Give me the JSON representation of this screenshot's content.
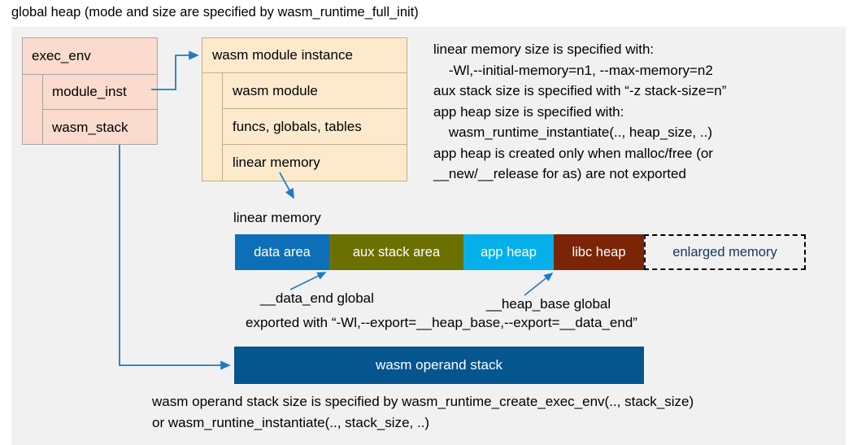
{
  "title": "global heap (mode and size are specified by wasm_runtime_full_init)",
  "colors": {
    "background": "#ffffff",
    "panel": "#f1f1f1",
    "exec_env_fill": "#fadbcd",
    "exec_env_border": "#a6a6a6",
    "module_instance_fill": "#fdeacd",
    "module_instance_border": "#c8ae84",
    "connector": "#1f7ac4",
    "data_area": "#0d6fb8",
    "aux_stack_area": "#6b7100",
    "app_heap": "#05b0ea",
    "libc_heap": "#7b2406",
    "enlarged_memory_text": "#14365c",
    "enlarged_memory_border": "#000000",
    "operand_stack": "#05558f"
  },
  "exec_env": {
    "header": "exec_env",
    "rows": [
      {
        "label": "module_inst"
      },
      {
        "label": "wasm_stack"
      }
    ]
  },
  "module_instance": {
    "header": "wasm module instance",
    "rows": [
      {
        "label": "wasm module"
      },
      {
        "label": "funcs, globals, tables"
      },
      {
        "label": "linear memory"
      }
    ]
  },
  "notes": {
    "text": "linear memory size is specified with:\n    -Wl,--initial-memory=n1, --max-memory=n2\naux stack size is specified with “-z stack-size=n”\napp heap size is specified with:\n    wasm_runtime_instantiate(.., heap_size, ..)\napp heap is created only when malloc/free (or\n__new/__release for as) are not exported"
  },
  "linear_memory": {
    "caption": "linear memory",
    "segments": [
      {
        "label": "data area",
        "color": "#0d6fb8",
        "width": 116,
        "dashed": false
      },
      {
        "label": "aux stack area",
        "color": "#6b7100",
        "width": 165,
        "dashed": false
      },
      {
        "label": "app heap",
        "color": "#05b0ea",
        "width": 111,
        "dashed": false
      },
      {
        "label": "libc heap",
        "color": "#7b2406",
        "width": 111,
        "dashed": false
      },
      {
        "label": "enlarged memory",
        "color": "#f1f1f1",
        "width": 199,
        "dashed": true
      }
    ]
  },
  "annotations": {
    "data_end": "__data_end global",
    "heap_base": "__heap_base global",
    "exported": "exported with “-Wl,--export=__heap_base,--export=__data_end”"
  },
  "operand_stack": {
    "label": "wasm operand stack"
  },
  "bottom_caption": {
    "text": "wasm operand stack size is specified by wasm_runtime_create_exec_env(.., stack_size)\nor wasm_runtine_instantiate(.., stack_size, ..)"
  }
}
